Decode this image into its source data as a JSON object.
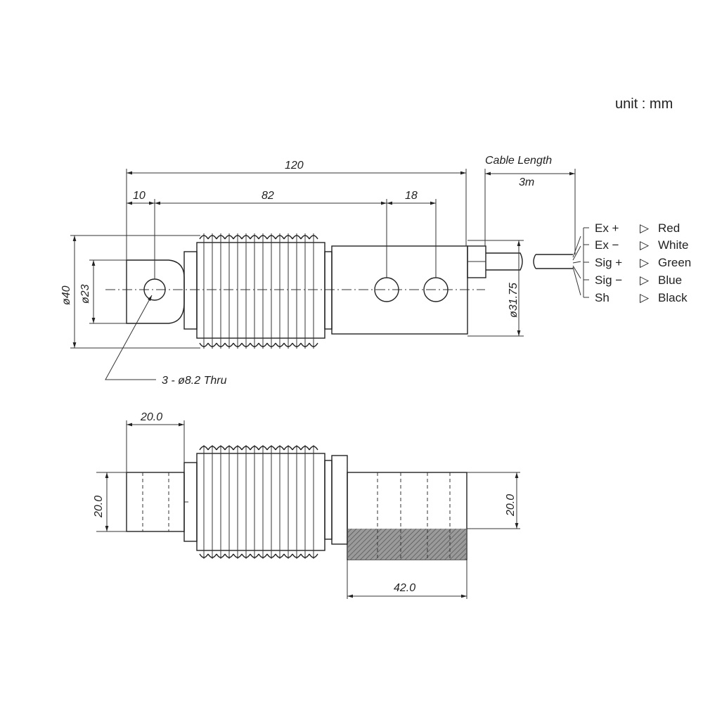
{
  "unit_label": "unit : mm",
  "cable": {
    "label": "Cable Length",
    "length": "3m"
  },
  "top_view": {
    "dims": {
      "total_length": "120",
      "left_offset": "10",
      "hole_spacing": "82",
      "right_spacing": "18",
      "outer_diameter": "ø40",
      "inner_diameter": "ø23",
      "block_diameter": "ø31.75"
    },
    "holes_label": "3 - ø8.2 Thru"
  },
  "side_view": {
    "dims": {
      "top_width": "20.0",
      "left_height": "20.0",
      "right_height": "20.0",
      "bottom_width": "42.0"
    }
  },
  "wiring": [
    {
      "signal": "Ex +",
      "color": "Red"
    },
    {
      "signal": "Ex −",
      "color": "White"
    },
    {
      "signal": "Sig +",
      "color": "Green"
    },
    {
      "signal": "Sig −",
      "color": "Blue"
    },
    {
      "signal": "Sh",
      "color": "Black"
    }
  ]
}
